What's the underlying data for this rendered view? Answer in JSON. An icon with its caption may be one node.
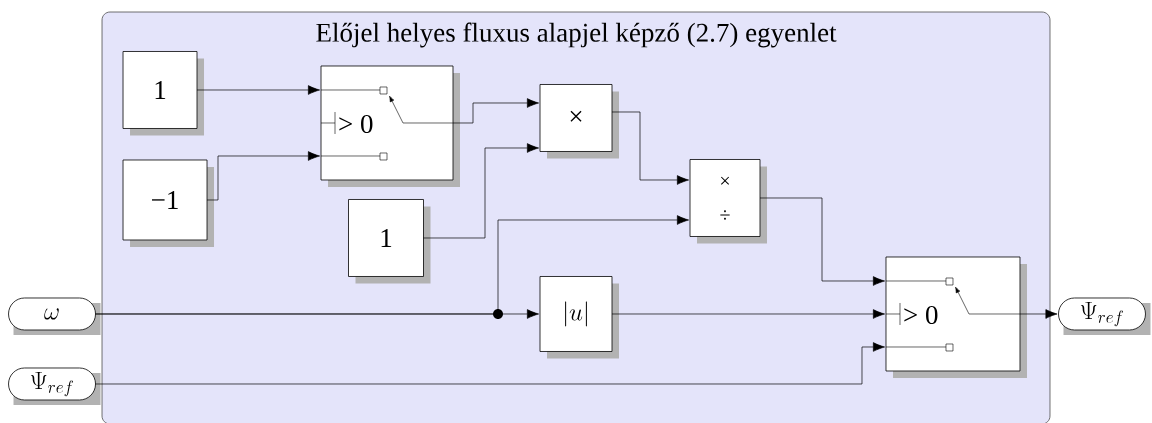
{
  "diagram": {
    "nodes": [
      {
        "text": [
          "Előjel helyes fluxus alapjel képző (2.7) egyenlet"
        ]
      },
      {
        "text": [
          "1"
        ],
        "in": 0
      },
      {
        "text": [
          "−1"
        ],
        "in": 0
      },
      {
        "text": [
          "> 0"
        ],
        "in": 0
      },
      {
        "text": [
          "×"
        ],
        "in": 0
      },
      {
        "text": [
          "1"
        ],
        "in": 0
      },
      {
        "text": [
          "×",
          "÷"
        ],
        "in": 0
      },
      {
        "text": [
          "|u|"
        ],
        "in": 0
      },
      {
        "text": [
          "> 0"
        ],
        "in": 0
      },
      {
        "text": [
          "\\omega"
        ]
      },
      {
        "text": [
          "\\Psi_{ref}"
        ]
      },
      {
        "text": [
          "\\Psi_{ref}"
        ]
      }
    ],
    "edges": [
      {
        "from": 1,
        "to": 3,
        "arrow": "to"
      },
      {
        "from": 2,
        "to": 3,
        "arrow": "to"
      },
      {
        "from": 3,
        "to": 4,
        "arrow": "to"
      },
      {
        "from": 5,
        "to": 4,
        "arrow": "to"
      },
      {
        "from": 4,
        "to": 6,
        "arrow": "to"
      },
      {
        "from": 9,
        "to": 6,
        "arrow": "to"
      },
      {
        "from": 9,
        "to": 7,
        "arrow": "to"
      },
      {
        "from": 6,
        "to": 8,
        "arrow": "to"
      },
      {
        "from": 7,
        "to": 8,
        "arrow": "to"
      },
      {
        "from": 10,
        "to": 8,
        "arrow": "to"
      },
      {
        "from": 8,
        "to": 11,
        "arrow": "to"
      }
    ]
  }
}
